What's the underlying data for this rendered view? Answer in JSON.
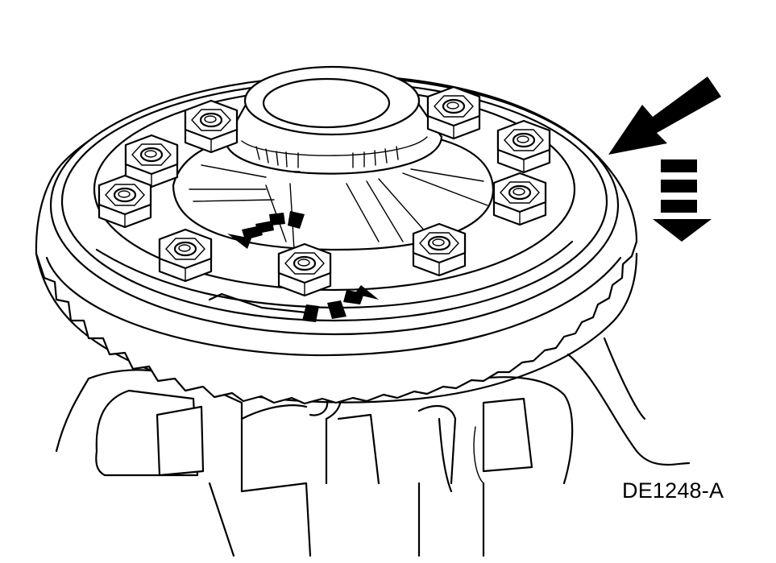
{
  "figure": {
    "label": "DE1248-A"
  },
  "colors": {
    "line": "#000000",
    "background": "#ffffff"
  },
  "bolts": [
    "bolt-1",
    "bolt-2",
    "bolt-3",
    "bolt-4",
    "bolt-5",
    "bolt-6",
    "bolt-7",
    "bolt-8",
    "bolt-9",
    "bolt-10"
  ]
}
